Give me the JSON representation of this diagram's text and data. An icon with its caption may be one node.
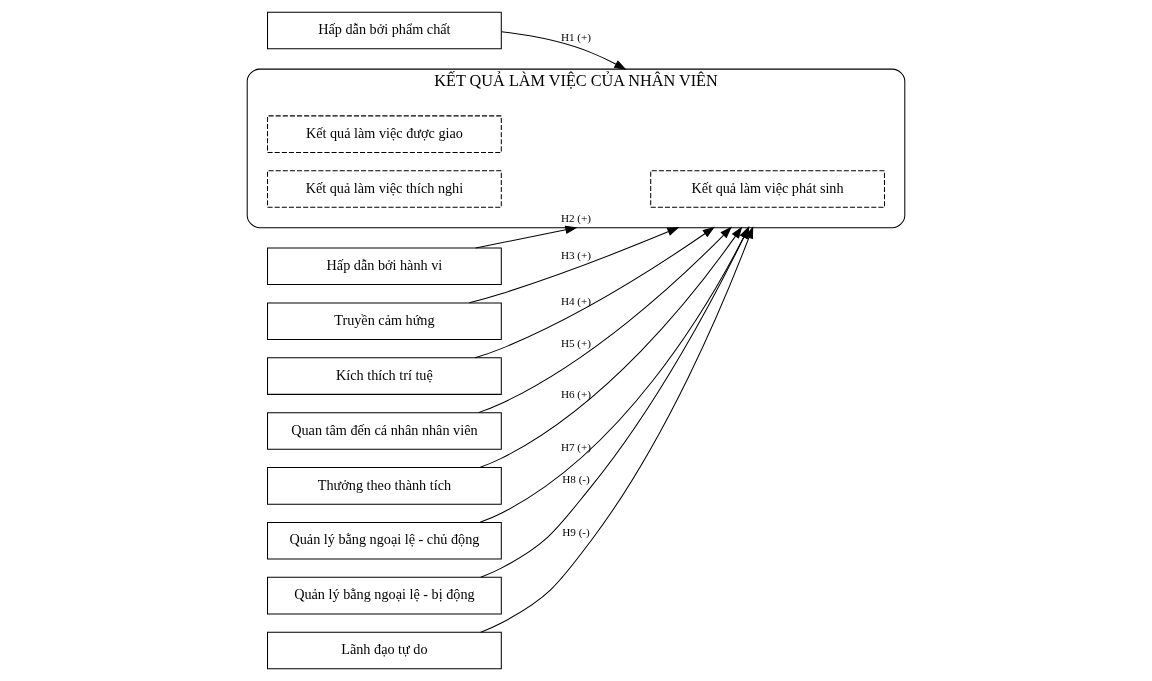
{
  "diagram": {
    "nodes": [
      {
        "text": [
          "Hấp dẫn bởi phẩm chất"
        ]
      },
      {
        "text": [
          "Hấp dẫn bởi hành vi"
        ]
      },
      {
        "text": [
          "Truyền cảm hứng"
        ]
      },
      {
        "text": [
          "Kích thích trí tuệ"
        ]
      },
      {
        "text": [
          "Quan tâm đến cá nhân nhân viên"
        ]
      },
      {
        "text": [
          "Thưởng theo thành tích"
        ]
      },
      {
        "text": [
          "Quản lý bằng ngoại lệ - chủ động"
        ]
      },
      {
        "text": [
          "Quản lý bằng ngoại lệ - bị động"
        ]
      },
      {
        "text": [
          "Lãnh đạo tự do"
        ]
      },
      {
        "text": [
          "KẾT QUẢ LÀM VIỆC CỦA NHÂN VIÊN"
        ]
      },
      {
        "text": [
          "Kết quả làm việc được giao"
        ],
        "in": 9
      },
      {
        "text": [
          "Kết quả làm việc phát sinh"
        ],
        "in": 9
      },
      {
        "text": [
          "Kết quả làm việc thích nghi"
        ],
        "in": 9
      }
    ],
    "edges": [
      {
        "from": 0,
        "to": 9,
        "arrow": "to",
        "label": "H1 (+)"
      },
      {
        "from": 1,
        "to": 9,
        "arrow": "to",
        "label": "H2 (+)"
      },
      {
        "from": 2,
        "to": 9,
        "arrow": "to",
        "label": "H3 (+)"
      },
      {
        "from": 3,
        "to": 9,
        "arrow": "to",
        "label": "H4 (+)"
      },
      {
        "from": 4,
        "to": 9,
        "arrow": "to",
        "label": "H5 (+)"
      },
      {
        "from": 5,
        "to": 9,
        "arrow": "to",
        "label": "H6 (+)"
      },
      {
        "from": 6,
        "to": 9,
        "arrow": "to",
        "label": "H7 (+)"
      },
      {
        "from": 7,
        "to": 9,
        "arrow": "to",
        "label": "H8 (-)"
      },
      {
        "from": 8,
        "to": 9,
        "arrow": "to",
        "label": "H9 (-)"
      }
    ]
  }
}
